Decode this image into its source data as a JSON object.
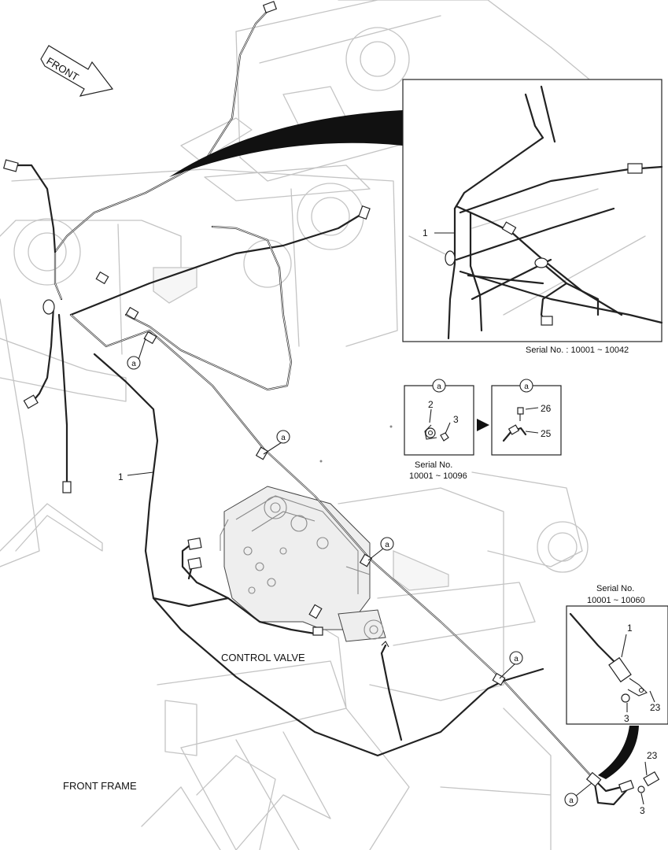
{
  "labels": {
    "front_arrow": "FRONT",
    "control_valve": "CONTROL VALVE",
    "front_frame": "FRONT FRAME"
  },
  "callouts": {
    "a": "a",
    "part_1": "1",
    "part_2": "2",
    "part_3": "3",
    "part_23": "23",
    "part_25": "25",
    "part_26": "26"
  },
  "serials": {
    "top_inset": "Serial No. : 10001 ~ 10042",
    "mid_inset_line1": "Serial No.",
    "mid_inset_line2": "10001 ~ 10096",
    "right_inset_line1": "Serial No.",
    "right_inset_line2": "10001 ~ 10060"
  }
}
